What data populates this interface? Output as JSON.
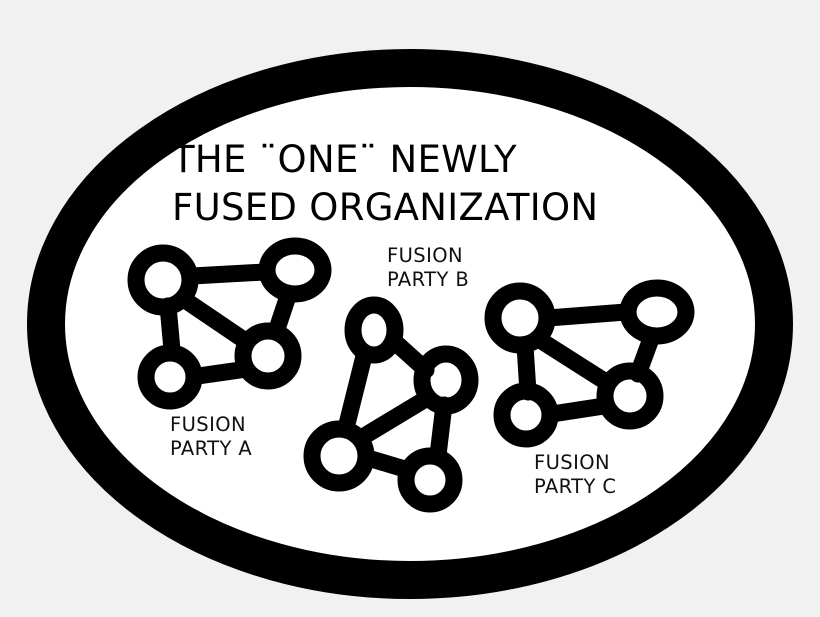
{
  "diagram": {
    "title_lines": [
      "THE ¨ONE¨ NEWLY",
      "FUSED ORGANIZATION"
    ],
    "parties": [
      {
        "lines": [
          "FUSION",
          "PARTY A"
        ]
      },
      {
        "lines": [
          "FUSION",
          "PARTY B"
        ]
      },
      {
        "lines": [
          "FUSION",
          "PARTY C"
        ]
      }
    ],
    "colors": {
      "background": "#f1f1f1",
      "ink": "#000000",
      "interior": "#ffffff"
    }
  }
}
